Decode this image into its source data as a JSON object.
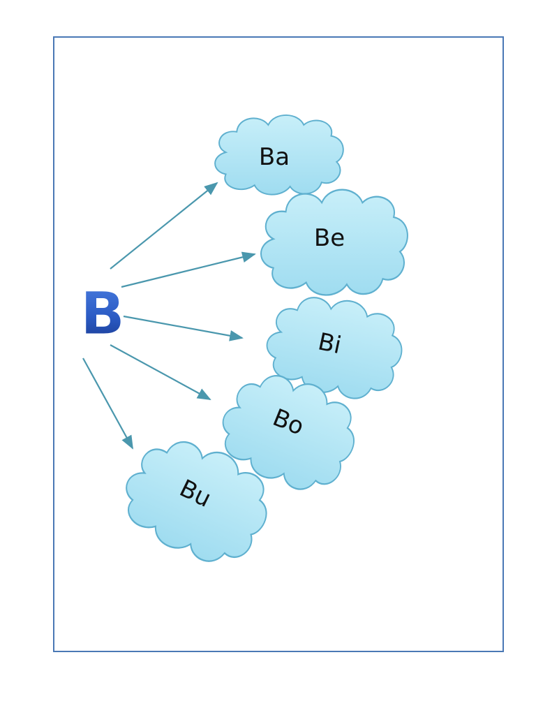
{
  "root": {
    "letter": "B",
    "color_top": "#3f6fd6",
    "color_bottom": "#1a3f9a"
  },
  "syllables": [
    {
      "text": "Ba"
    },
    {
      "text": "Be"
    },
    {
      "text": "Bi"
    },
    {
      "text": "Bo"
    },
    {
      "text": "Bu"
    }
  ],
  "colors": {
    "frame": "#4a78b5",
    "arrow": "#4a97ad",
    "cloud_fill_top": "#c8eff9",
    "cloud_fill_bottom": "#9fdcf0",
    "cloud_stroke": "#5fb0cf"
  }
}
